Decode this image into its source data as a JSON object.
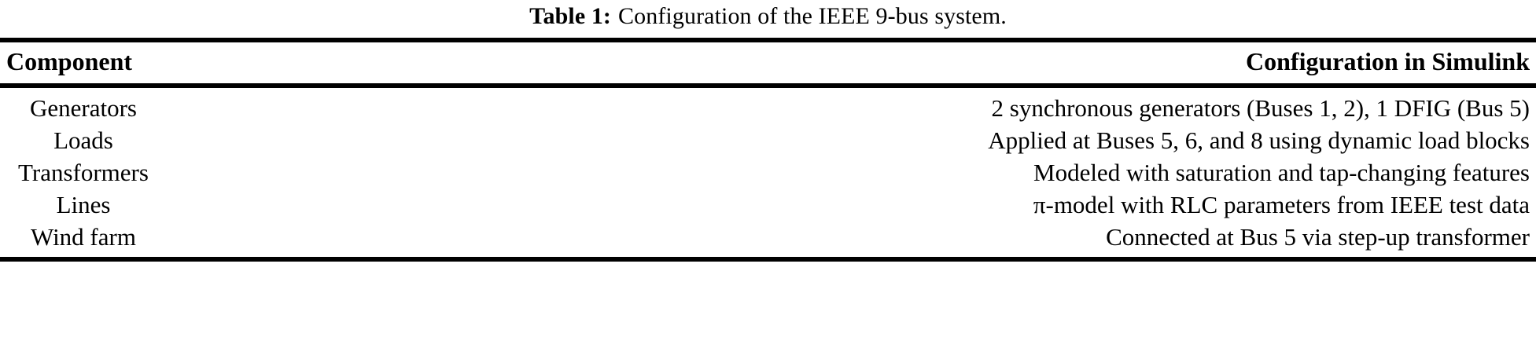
{
  "caption": {
    "label": "Table 1:",
    "text": "Configuration of the IEEE 9-bus system."
  },
  "table": {
    "headers": {
      "component": "Component",
      "configuration": "Configuration in Simulink"
    },
    "rows": [
      {
        "component": "Generators",
        "configuration": "2 synchronous generators (Buses 1, 2), 1 DFIG (Bus 5)"
      },
      {
        "component": "Loads",
        "configuration": "Applied at Buses 5, 6, and 8 using dynamic load blocks"
      },
      {
        "component": "Transformers",
        "configuration": "Modeled with saturation and tap-changing features"
      },
      {
        "component": "Lines",
        "configuration": "π-model with RLC parameters from IEEE test data"
      },
      {
        "component": "Wind farm",
        "configuration": "Connected at Bus 5 via step-up transformer"
      }
    ]
  },
  "colors": {
    "text": "#000000",
    "background": "#ffffff",
    "rule": "#000000"
  }
}
